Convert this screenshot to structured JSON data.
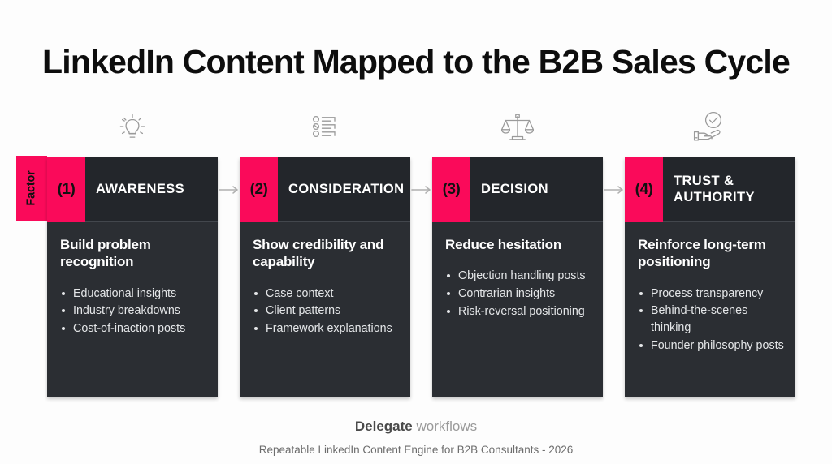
{
  "page": {
    "title": "LinkedIn Content Mapped to the B2B Sales Cycle",
    "background_color": "#fdfdfd",
    "accent_color": "#fa0a5a",
    "card_header_color": "#23262b",
    "card_body_color": "#2b2e33"
  },
  "factor_label": "Factor",
  "icons": [
    {
      "name": "lightbulb-icon",
      "stage": "AWARENESS"
    },
    {
      "name": "checklist-icon",
      "stage": "CONSIDERATION"
    },
    {
      "name": "balance-scales-icon",
      "stage": "DECISION"
    },
    {
      "name": "hand-check-icon",
      "stage": "TRUST & AUTHORITY"
    }
  ],
  "arrows": [
    {
      "name": "arrow-1-to-2"
    },
    {
      "name": "arrow-2-to-3"
    },
    {
      "name": "arrow-3-to-4"
    }
  ],
  "stages": [
    {
      "number": "(1)",
      "name": "AWARENESS",
      "subtitle": "Build problem recognition",
      "items": [
        "Educational insights",
        "Industry breakdowns",
        "Cost-of-inaction posts"
      ]
    },
    {
      "number": "(2)",
      "name": "CONSIDERATION",
      "subtitle": "Show credibility and capability",
      "items": [
        "Case context",
        "Client patterns",
        "Framework explanations"
      ]
    },
    {
      "number": "(3)",
      "name": "DECISION",
      "subtitle": "Reduce hesitation",
      "items": [
        "Objection handling posts",
        "Contrarian insights",
        "Risk-reversal positioning"
      ]
    },
    {
      "number": "(4)",
      "name": "TRUST & AUTHORITY",
      "subtitle": "Reinforce long-term positioning",
      "items": [
        "Process transparency",
        "Behind-the-scenes thinking",
        "Founder philosophy posts"
      ]
    }
  ],
  "footer": {
    "brand_bold": "Delegate",
    "brand_light": " workflows",
    "subtitle": "Repeatable LinkedIn Content Engine for B2B Consultants - 2026"
  }
}
